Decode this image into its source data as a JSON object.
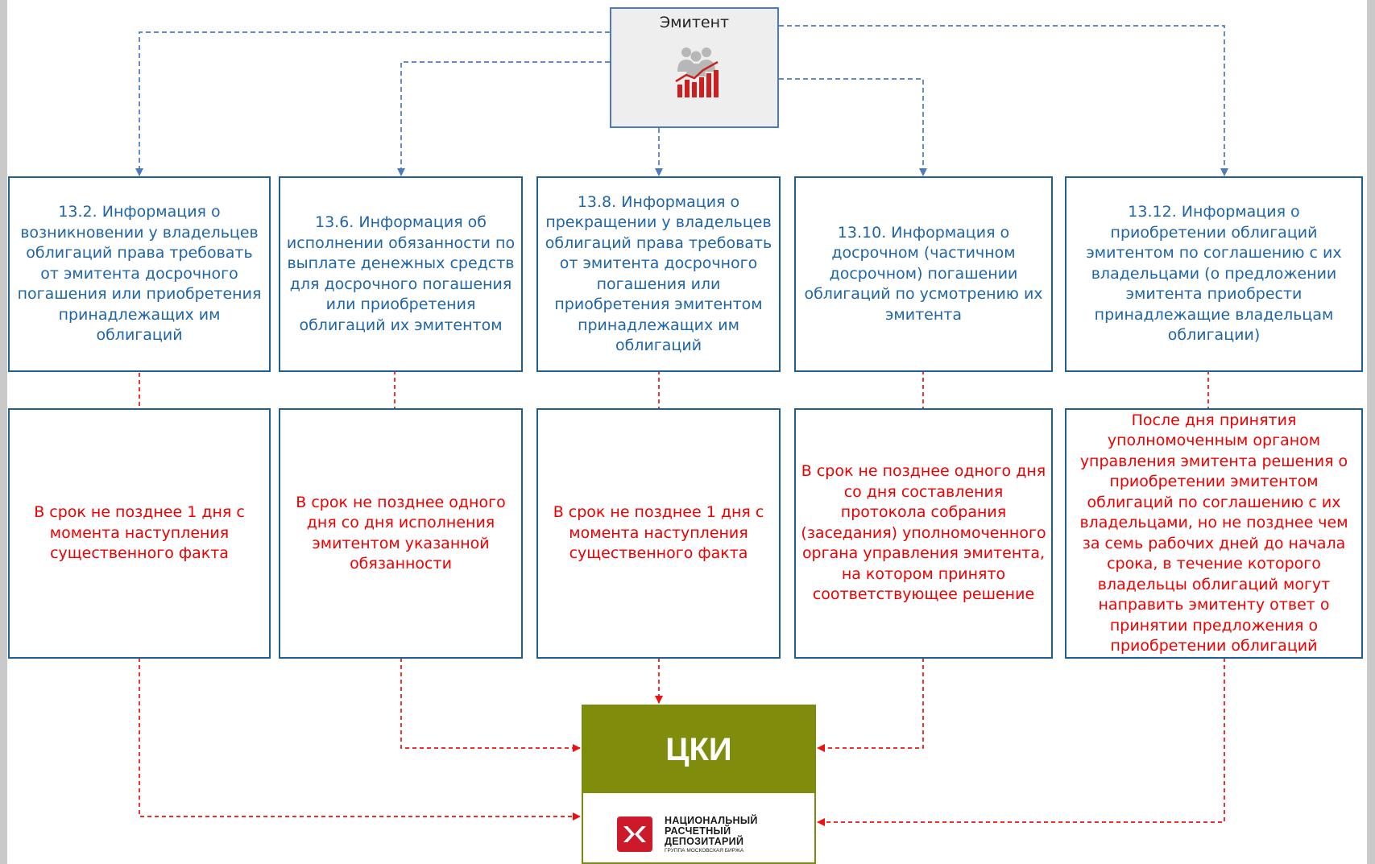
{
  "issuer": {
    "label": "Эмитент",
    "icon": "people-chart-icon"
  },
  "info_boxes": [
    {
      "id": "13.2",
      "text": "13.2. Информация о возникновении у владельцев облигаций права требовать от эмитента досрочного погашения или приобретения принадлежащих им облигаций"
    },
    {
      "id": "13.6",
      "text": "13.6. Информация об исполнении обязанности по выплате денежных средств для досрочного погашения или приобретения облигаций их эмитентом"
    },
    {
      "id": "13.8",
      "text": "13.8.  Информация о прекращении у владельцев облигаций права требовать от эмитента досрочного погашения или приобретения эмитентом принадлежащих им облигаций"
    },
    {
      "id": "13.10",
      "text": "13.10. Информация о досрочном (частичном досрочном) погашении облигаций по усмотрению их эмитента"
    },
    {
      "id": "13.12",
      "text": "13.12. Информация о приобретении облигаций эмитентом по соглашению с их владельцами (о предложении эмитента приобрести принадлежащие владельцам облигации)"
    }
  ],
  "deadline_boxes": [
    {
      "text": "В срок не позднее 1 дня с момента наступления существенного факта"
    },
    {
      "text": "В срок не позднее одного дня со дня исполнения эмитентом указанной обязанности"
    },
    {
      "text": "В срок не позднее 1 дня с момента наступления существенного факта"
    },
    {
      "text": "В срок не позднее одного дня со дня составления протокола собрания (заседания) уполномоченного органа управления эмитента, на котором принято соответствующее решение"
    },
    {
      "text": "После дня принятия уполномоченным органом управления эмитента решения о приобретении эмитентом облигаций по соглашению с их владельцами, но не позднее чем за семь рабочих дней до начала срока, в течение которого владельцы облигаций могут направить эмитенту ответ о принятии предложения о приобретении облигаций"
    }
  ],
  "cki": {
    "label": "ЦКИ",
    "logo_icon": "nsd-logo-icon",
    "logo_lines": [
      "НАЦИОНАЛЬНЫЙ",
      "РАСЧЕТНЫЙ",
      "ДЕПОЗИТАРИЙ"
    ],
    "logo_subtitle": "ГРУППА МОСКОВСКАЯ БИРЖА"
  },
  "colors": {
    "box_border": "#1f5f98",
    "info_text": "#1f65a8",
    "deadline_text": "#ee0000",
    "issuer_connector": "#4a7bbf",
    "cki_connector": "#ee1111",
    "cki_header": "#808c0c",
    "nsd_red": "#cc1a2b"
  }
}
